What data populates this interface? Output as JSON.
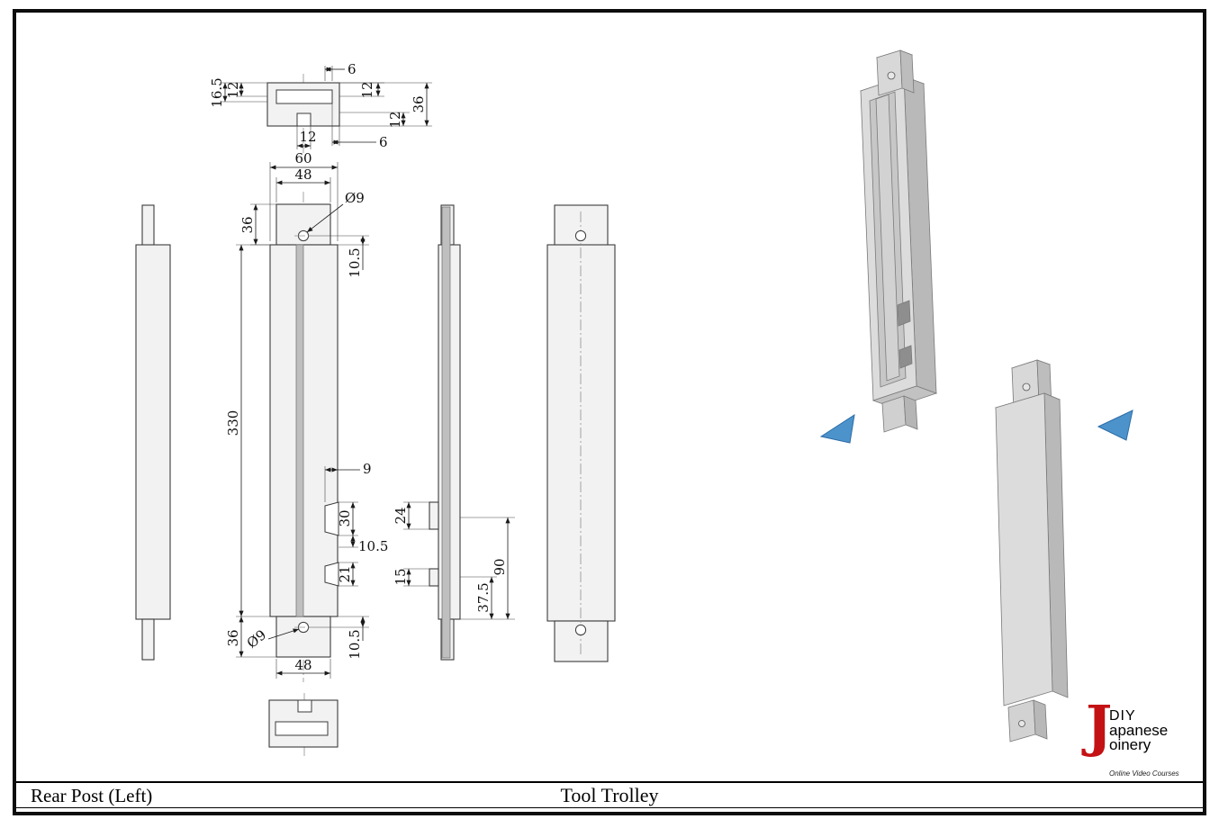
{
  "title_bar": {
    "part_name": "Rear Post (Left)",
    "project_name": "Tool Trolley"
  },
  "logo": {
    "j": "J",
    "line1": "DIY",
    "line2": "apanese",
    "line3": "oinery",
    "tagline": "Online Video Courses",
    "accent_color": "#c41214"
  },
  "drawing": {
    "top_section": {
      "dims": [
        "6",
        "12",
        "16.5",
        "12",
        "36",
        "12",
        "6",
        "12"
      ]
    },
    "front_view": {
      "dims": [
        "60",
        "48",
        "36",
        "Ø9",
        "10.5",
        "330",
        "9",
        "30",
        "10.5",
        "21",
        "36",
        "Ø9",
        "48",
        "10.5"
      ]
    },
    "side_view": {
      "dims": [
        "24",
        "15",
        "37.5",
        "90"
      ]
    },
    "arrow_color": "#4d93cb"
  }
}
